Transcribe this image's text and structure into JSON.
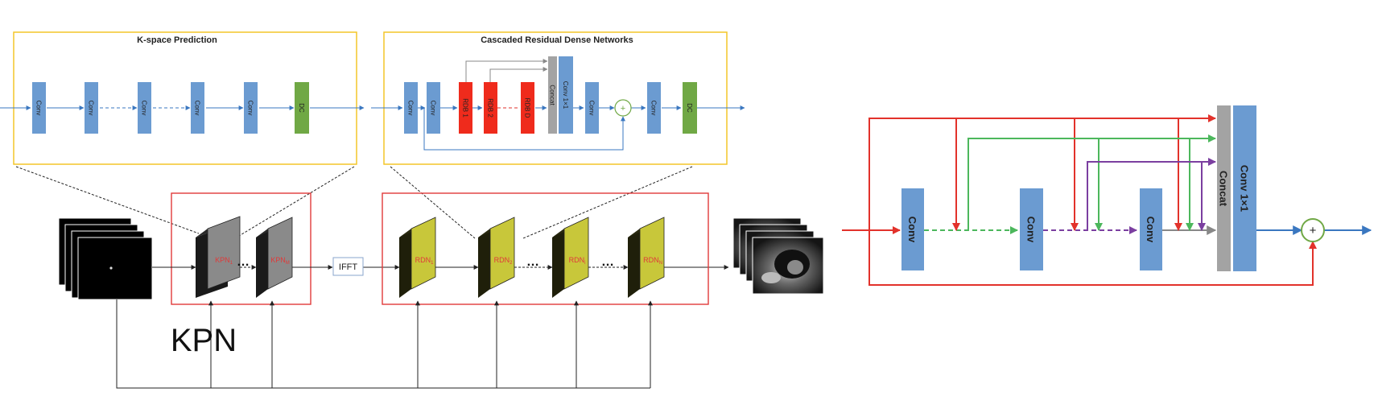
{
  "panels": {
    "kspace_title": "K-space Prediction",
    "crdn_title": "Cascaded Residual Dense Networks"
  },
  "kspace_blocks": [
    "Conv",
    "Conv",
    "Conv",
    "Conv",
    "Conv",
    "DC"
  ],
  "crdn_blocks": {
    "conv_a": "Conv",
    "conv_b": "Conv",
    "rdb1": "RDB 1",
    "rdb2": "RDB 2",
    "rdbd": "RDB D",
    "concat": "Concat",
    "conv11": "Conv  1×1",
    "conv_c": "Conv",
    "conv_d": "Conv",
    "dc": "DC",
    "plus": "+"
  },
  "pipeline": {
    "kpn1": "KPN",
    "kpn1_sub": "1",
    "kpnm": "KPN",
    "kpnm_sub": "M",
    "ifft": "IFFT",
    "rdn1": "RDN",
    "rdn1_sub": "1",
    "rdn2": "RDN",
    "rdn2_sub": "2",
    "rdni": "RDN",
    "rdni_sub": "i",
    "rdnn": "RDN",
    "rdnn_sub": "N",
    "dots": "…",
    "kpn_label": "KPN"
  },
  "rdb_detail": {
    "conv1": "Conv",
    "conv2": "Conv",
    "conv3": "Conv",
    "concat": "Concat",
    "conv11": "Conv  1×1",
    "plus": "+"
  },
  "colors": {
    "conv": "#6b9bd1",
    "dc": "#70a845",
    "rdb": "#ef2b1c",
    "concat": "#a3a3a3",
    "panel_border": "#f3c629",
    "box_red": "#e03a3a",
    "rdn_face": "#c8c73a",
    "kpn_face": "#8a8a8a",
    "green_arrow": "#4cb75c",
    "purple_arrow": "#7b3fa0",
    "red_arrow": "#e2322b",
    "blue_arrow": "#3a77c0"
  }
}
